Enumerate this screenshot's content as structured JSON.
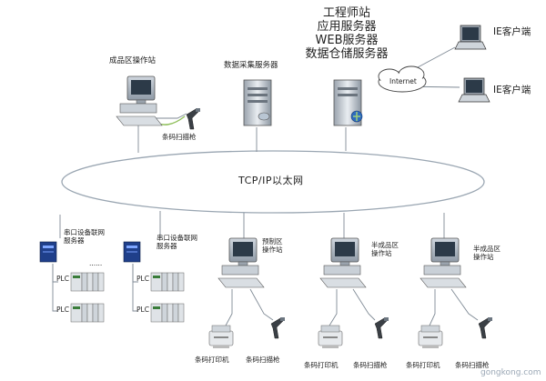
{
  "network_label": "TCP/IP以太网",
  "internet_label": "Internet",
  "clients": [
    {
      "label": "IE客户端"
    },
    {
      "label": "IE客户端"
    }
  ],
  "servers": {
    "app_server_lines": [
      "工程师站",
      "应用服务器",
      "WEB服务器",
      "数据仓储服务器"
    ],
    "data_collection": "数据采集服务器"
  },
  "top_workstation": {
    "label": "成品区操作站",
    "scanner_label": "条码扫描枪"
  },
  "serial_servers": [
    {
      "label_lines": [
        "串口设备联网",
        "服务器"
      ],
      "plc_labels": [
        "PLC",
        "PLC"
      ]
    },
    {
      "label_lines": [
        "串口设备联网",
        "服务器"
      ],
      "plc_labels": [
        "PLC",
        "PLC"
      ]
    }
  ],
  "bottom_workstations": [
    {
      "label_lines": [
        "预制区",
        "操作站"
      ],
      "printer_label": "条码打印机",
      "scanner_label": "条码扫描枪"
    },
    {
      "label_lines": [
        "半成品区",
        "操作站"
      ],
      "printer_label": "条码打印机",
      "scanner_label": "条码扫描枪"
    },
    {
      "label_lines": [
        "半成品区",
        "操作站"
      ],
      "printer_label": "条码打印机",
      "scanner_label": "条码扫描枪"
    }
  ],
  "dots": "......",
  "watermark": "gongkong.com"
}
